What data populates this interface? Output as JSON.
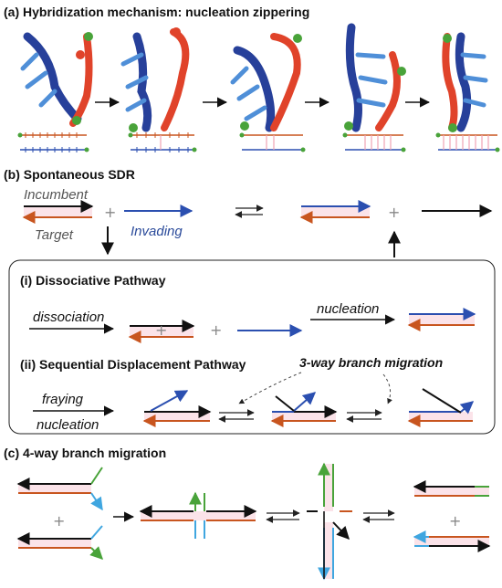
{
  "panel_a": {
    "title": "(a) Hybridization mechanism: nucleation zippering"
  },
  "panel_b": {
    "title": "(b) Spontaneous SDR",
    "incumbent": "Incumbent",
    "target": "Target",
    "invading": "Invading",
    "plus": "+",
    "box": {
      "pathway_i": "(i) Dissociative Pathway",
      "dissociation": "dissociation",
      "nucleation": "nucleation",
      "pathway_ii": "(ii) Sequential Displacement Pathway",
      "branch3": "3-way branch migration",
      "fraying": "fraying",
      "nucleation2": "nucleation"
    }
  },
  "panel_c": {
    "title": "(c) 4-way branch migration"
  },
  "colors": {
    "black_strand": "#111111",
    "blue_strand": "#2b4fb0",
    "orange_strand": "#c8551f",
    "pink_pairs": "#f1a3b5",
    "green_strand": "#49a33a",
    "cyan_strand": "#3fa6e0",
    "sphere_blue": "#27409a",
    "sphere_red": "#e0432a"
  }
}
